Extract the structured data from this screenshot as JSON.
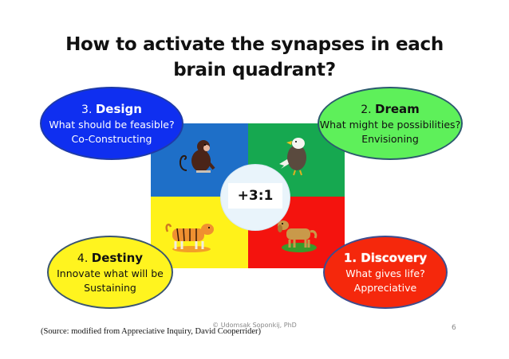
{
  "slide": {
    "title_line1": "How to activate the synapses in each",
    "title_line2": "brain quadrant?",
    "center_label": "+3:1",
    "quadrants": [
      {
        "position": "top-left",
        "color": "#1E6FC8",
        "animal": "monkey"
      },
      {
        "position": "top-right",
        "color": "#16A850",
        "animal": "eagle"
      },
      {
        "position": "bottom-left",
        "color": "#FFF21A",
        "animal": "tiger"
      },
      {
        "position": "bottom-right",
        "color": "#F4130E",
        "animal": "dog"
      }
    ],
    "phases": {
      "design": {
        "number": "3",
        "name": "Design",
        "question": "What should be feasible?",
        "action": "Co-Constructing",
        "color": "#0F2FF0"
      },
      "dream": {
        "number": "2",
        "name": "Dream",
        "question": "What might be possibilities?",
        "action": "Envisioning",
        "color": "#5EF05A"
      },
      "destiny": {
        "number": "4",
        "name": "Destiny",
        "question": "Innovate what will be",
        "action": "Sustaining",
        "color": "#FFF41F"
      },
      "discovery": {
        "number": "1",
        "name": "Discovery",
        "question": "What gives life?",
        "action": "Appreciative",
        "color": "#F5280C"
      }
    },
    "footer": {
      "copyright": "© Udomsak Soponkij, PhD",
      "page_number": "6",
      "source": "(Source: modified from Appreciative Inquiry, David Cooperrider)"
    }
  }
}
